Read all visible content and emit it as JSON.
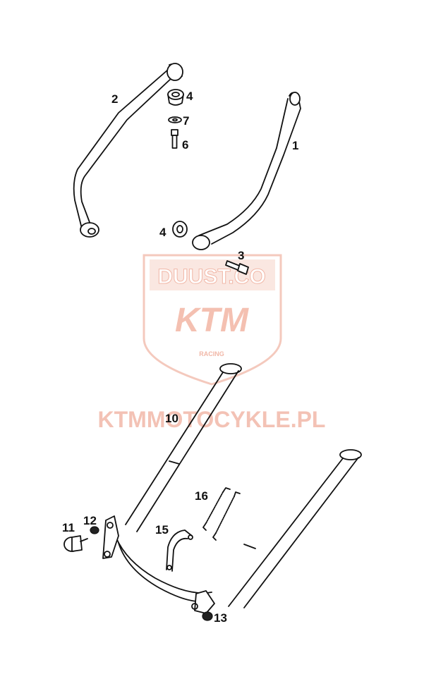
{
  "watermark": {
    "shield_brand": "DUUST.CO",
    "logo": "KTM",
    "racing": "RACING",
    "site": "KTMMOTOCYKLE.PL",
    "color": "#f1b7a7"
  },
  "callouts": {
    "c1": "1",
    "c2": "2",
    "c3": "3",
    "c4a": "4",
    "c4b": "4",
    "c6": "6",
    "c7": "7",
    "c10": "10",
    "c11": "11",
    "c12": "12",
    "c13": "13",
    "c15": "15",
    "c16": "16"
  }
}
